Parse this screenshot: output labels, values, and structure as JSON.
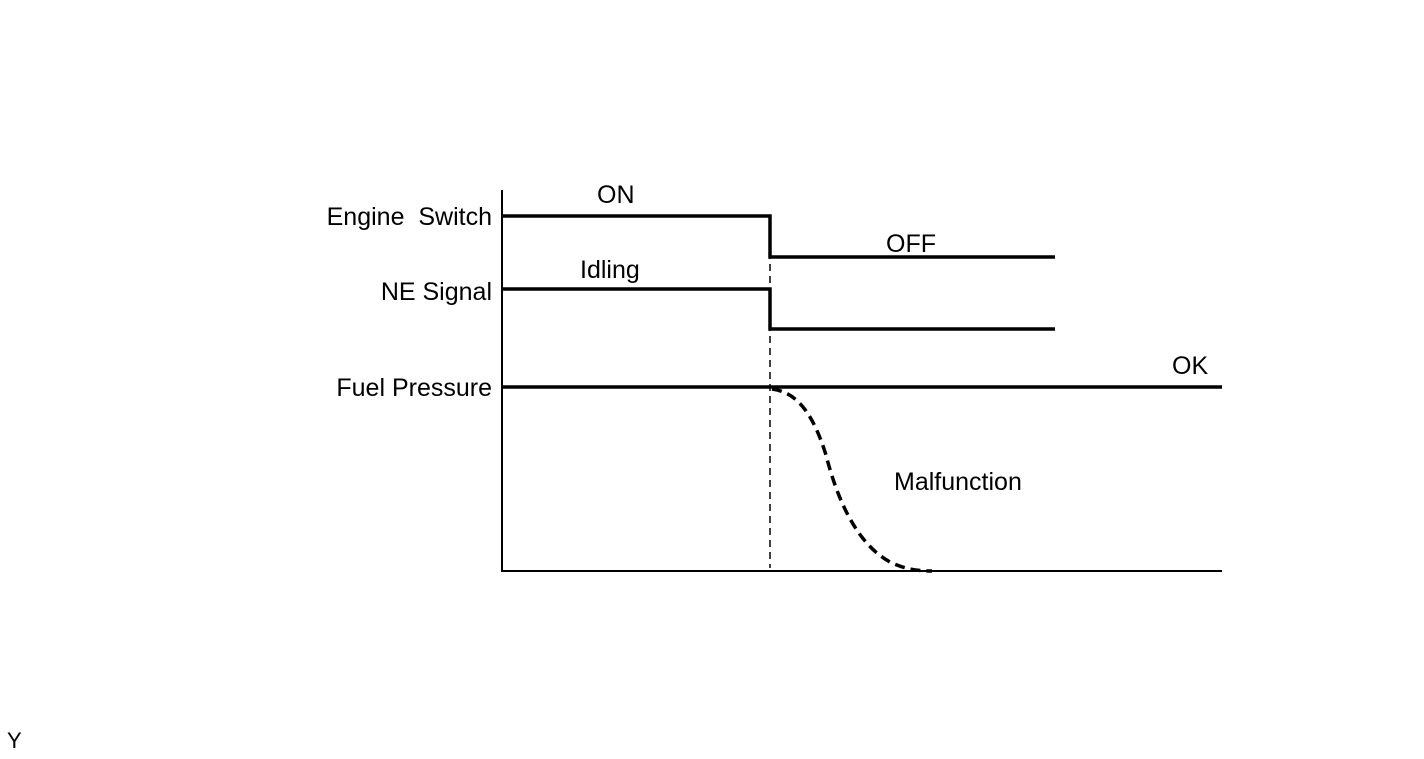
{
  "labels": {
    "engine_switch": "Engine  Switch",
    "ne_signal": "NE Signal",
    "fuel_pressure": "Fuel Pressure"
  },
  "states": {
    "on": "ON",
    "off": "OFF",
    "idling": "Idling",
    "ok": "OK",
    "malfunction": "Malfunction"
  },
  "corner_mark": "Y"
}
